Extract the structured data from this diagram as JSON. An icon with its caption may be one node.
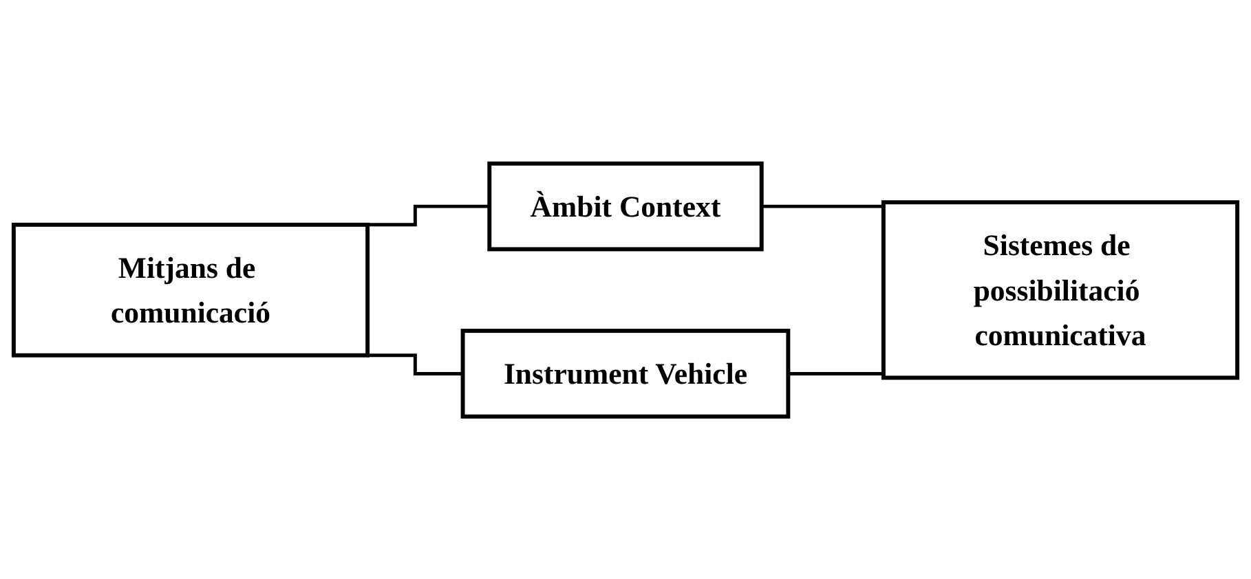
{
  "diagram": {
    "nodes": [
      {
        "text": [
          "Mitjans de comunicació"
        ]
      },
      {
        "text": [
          "Àmbit Context"
        ]
      },
      {
        "text": [
          "Instrument Vehicle"
        ]
      },
      {
        "text": [
          "Sistemes de possibilitació comunicativa"
        ]
      }
    ],
    "edges": [
      {
        "from": 0,
        "to": 1,
        "arrow": "none"
      },
      {
        "from": 0,
        "to": 2,
        "arrow": "none"
      },
      {
        "from": 1,
        "to": 3,
        "arrow": "none"
      },
      {
        "from": 2,
        "to": 3,
        "arrow": "none"
      }
    ]
  }
}
